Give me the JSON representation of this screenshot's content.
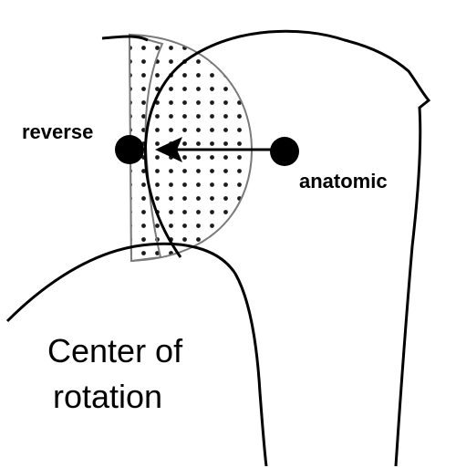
{
  "labels": {
    "reverse": "reverse",
    "anatomic": "anatomic",
    "caption_line1": "Center of",
    "caption_line2": "rotation"
  },
  "colors": {
    "ink": "#000000",
    "glenosphere_outline": "#7a7a7a",
    "background": "#ffffff"
  }
}
